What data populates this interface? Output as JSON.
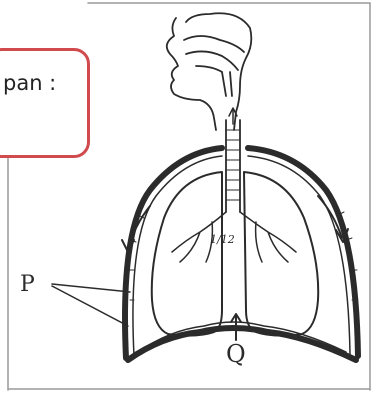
{
  "callout": {
    "text": "pan :"
  },
  "labels": {
    "p": "P",
    "q": "Q",
    "x": "1/12"
  },
  "colors": {
    "ink": "#2b2b2b",
    "callout_border": "#d04a4e",
    "paper": "#ffffff",
    "panel_edge": "#9a9a9a"
  }
}
